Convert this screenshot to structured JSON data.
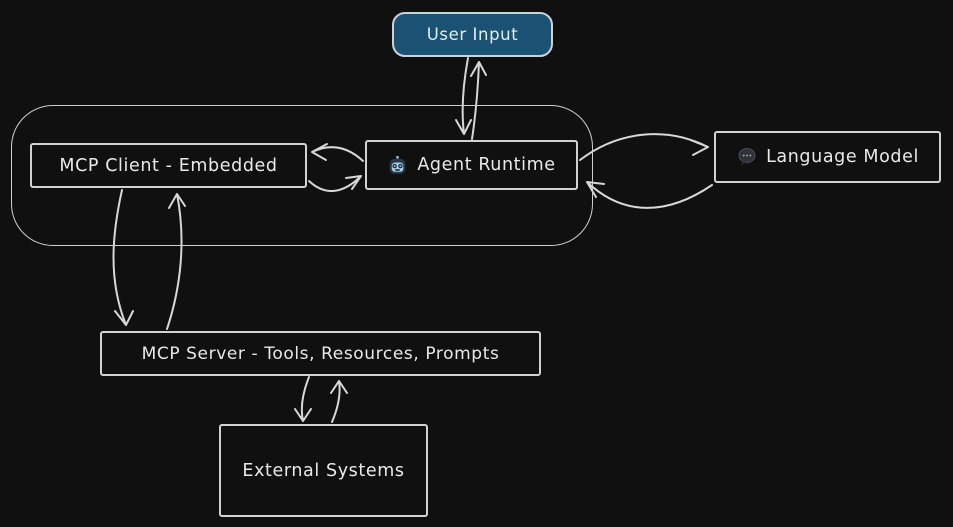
{
  "diagram": {
    "background_color": "#101011",
    "stroke_color": "#d7d7d7",
    "text_color": "#e9e9e9",
    "nodes": {
      "user_input": {
        "label": "User Input",
        "shape": "rounded-rectangle",
        "fill": "#1b5273",
        "text_color": "#e2edf4"
      },
      "agent_group": {
        "shape": "rounded-container",
        "fill": "transparent"
      },
      "mcp_client": {
        "label": "MCP Client - Embedded",
        "shape": "rectangle"
      },
      "agent_runtime": {
        "label": "Agent Runtime",
        "icon": "robot-icon",
        "shape": "rectangle"
      },
      "language_model": {
        "label": "Language Model",
        "icon": "speech-bubble-icon",
        "shape": "rectangle"
      },
      "mcp_server": {
        "label": "MCP Server - Tools, Resources, Prompts",
        "shape": "rectangle"
      },
      "external_systems": {
        "label": "External Systems",
        "shape": "rectangle"
      }
    },
    "edges": [
      {
        "from": "user_input",
        "to": "agent_runtime",
        "style": "bidirectional-pair"
      },
      {
        "from": "agent_runtime",
        "to": "mcp_client",
        "style": "bidirectional-pair"
      },
      {
        "from": "agent_runtime",
        "to": "language_model",
        "style": "bidirectional-pair"
      },
      {
        "from": "mcp_client",
        "to": "mcp_server",
        "style": "bidirectional-pair"
      },
      {
        "from": "mcp_server",
        "to": "external_systems",
        "style": "bidirectional-pair"
      }
    ]
  }
}
